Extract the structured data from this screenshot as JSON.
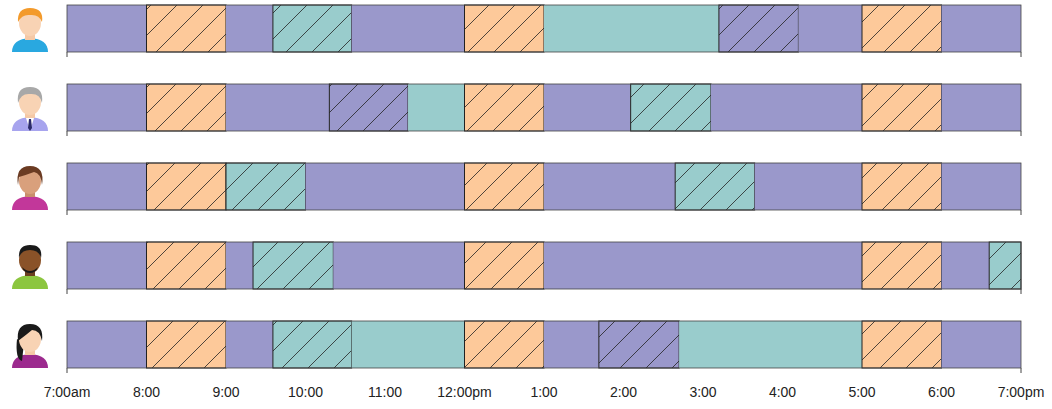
{
  "diagram": {
    "labels": [
      "7:00am",
      "8:00",
      "9:00",
      "10:00",
      "11:00",
      "12:00pm",
      "1:00",
      "2:00",
      "3:00",
      "4:00",
      "5:00",
      "6:00",
      "7:00pm"
    ]
  }
}
